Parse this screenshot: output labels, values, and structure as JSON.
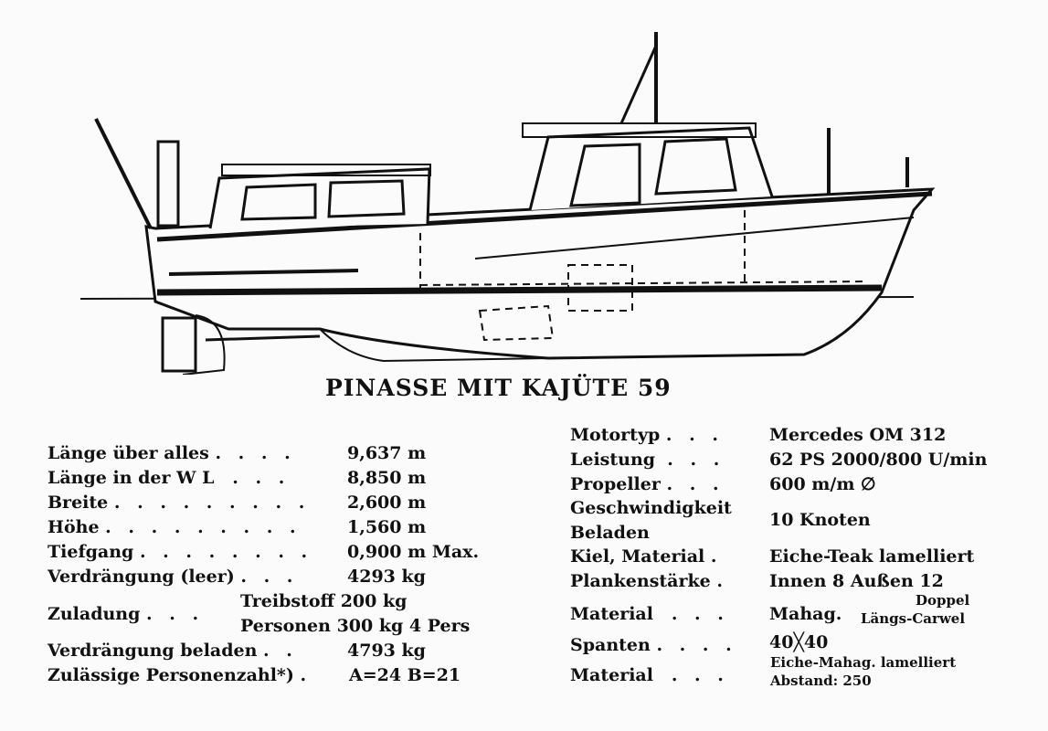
{
  "title": "PINASSE MIT KAJÜTE 59",
  "left_specs": [
    {
      "label": "Länge über alles",
      "dots": ". . . .",
      "value": "9,637 m"
    },
    {
      "label": "Länge in der W L",
      "dots": ". . .",
      "value": "8,850 m"
    },
    {
      "label": "Breite",
      "dots": ". . . . . . . . .",
      "value": "2,600 m"
    },
    {
      "label": "Höhe",
      "dots": ". . . . . . . . .",
      "value": "1,560 m"
    },
    {
      "label": "Tiefgang",
      "dots": ". . . . . . . .",
      "value": "0,900 m Max."
    },
    {
      "label": "Verdrängung (leer)",
      "dots": ". . .",
      "value": "4293 kg"
    },
    {
      "label": "Zuladung",
      "dots": ". . .",
      "value": "Treibstoff 200 kg",
      "value2": "Personen 300 kg 4 Pers"
    },
    {
      "label": "Verdrängung beladen",
      "dots": ". .",
      "value": "4793 kg"
    },
    {
      "label": "Zulässige Personenzahl*)",
      "dots": ".",
      "value": "A=24  B=21"
    }
  ],
  "right_specs": [
    {
      "label": "Motortyp",
      "dots": ". . .",
      "value": "Mercedes OM 312"
    },
    {
      "label": "Leistung",
      "dots": ". . .",
      "value": "62 PS 2000/800 U/min"
    },
    {
      "label": "Propeller",
      "dots": ". . .",
      "value": "600 m/m ∅"
    },
    {
      "label": "Geschwindigkeit",
      "label2": "Beladen",
      "value": "10 Knoten"
    },
    {
      "label": "Kiel, Material",
      "dots": ".",
      "value": "Eiche-Teak lamelliert"
    },
    {
      "label": "Plankenstärke",
      "dots": ".",
      "value": "Innen 8 Außen 12"
    },
    {
      "label": "Material",
      "dots": ". . .",
      "value": "Mahag.",
      "value_top": "Doppel",
      "value_bottom": "Längs-Carwel"
    },
    {
      "label": "Spanten",
      "dots": ". . . .",
      "value": "40╳40"
    },
    {
      "label": "Material",
      "dots": ". . .",
      "value": "Eiche-Mahag. lamelliert",
      "value2": "Abstand: 250"
    }
  ]
}
